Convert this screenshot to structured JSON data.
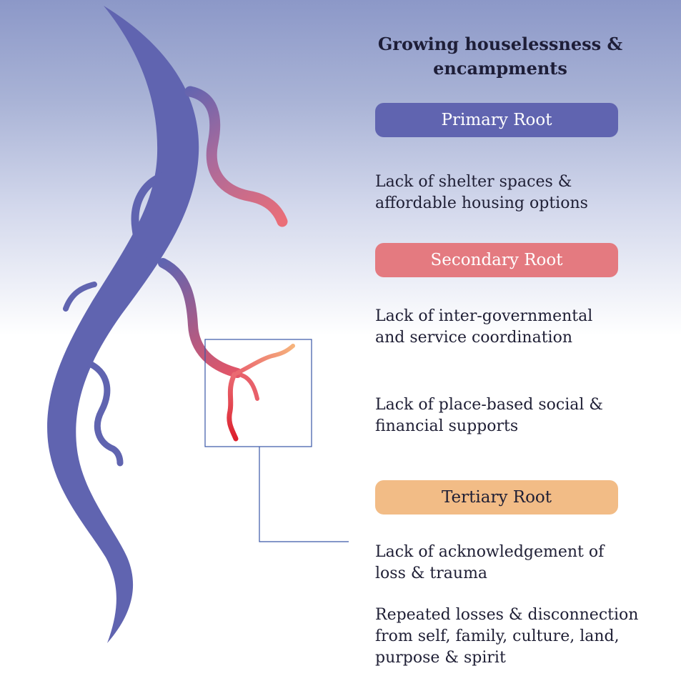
{
  "title": "Growing houselessness & encampments",
  "roots": [
    {
      "label": "Primary Root",
      "color": "#6064b0",
      "items": [
        "Lack of shelter spaces & affordable housing options"
      ]
    },
    {
      "label": "Secondary Root",
      "color": "#e47a80",
      "items": [
        "Lack of inter-governmental and service coordination",
        "Lack of place-based social & financial supports"
      ]
    },
    {
      "label": "Tertiary Root",
      "color": "#f2bc86",
      "items": [
        "Lack of acknowledgement of loss & trauma",
        "Repeated losses & disconnection from self, family, culture, land, purpose & spirit"
      ]
    }
  ],
  "colors": {
    "main_root": "#6064b0",
    "root_red": "#e8505c",
    "root_orange": "#f5b07a",
    "connector_line": "#3a57a6"
  }
}
